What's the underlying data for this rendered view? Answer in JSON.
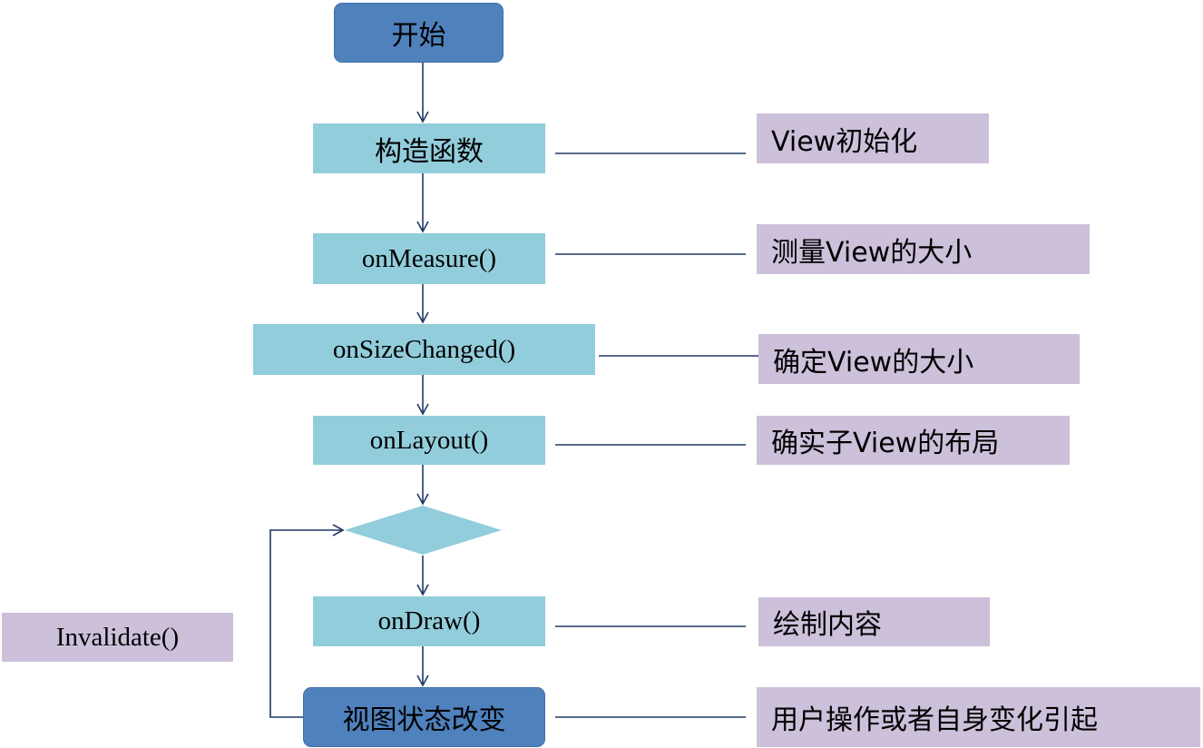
{
  "flow": {
    "start": "开始",
    "constructor": "构造函数",
    "on_measure": "onMeasure()",
    "on_size_changed": "onSizeChanged()",
    "on_layout": "onLayout()",
    "on_draw": "onDraw()",
    "view_state_change": "视图状态改变"
  },
  "notes": {
    "constructor": "View初始化",
    "on_measure": "测量View的大小",
    "on_size_changed": "确定View的大小",
    "on_layout": "确实子View的布局",
    "on_draw": "绘制内容",
    "view_state_change": "用户操作或者自身变化引起",
    "loop": "Invalidate()"
  },
  "colors": {
    "terminal": "#4f81bd",
    "step": "#92cddc",
    "note": "#ccc0da",
    "line": "#1f3864"
  }
}
